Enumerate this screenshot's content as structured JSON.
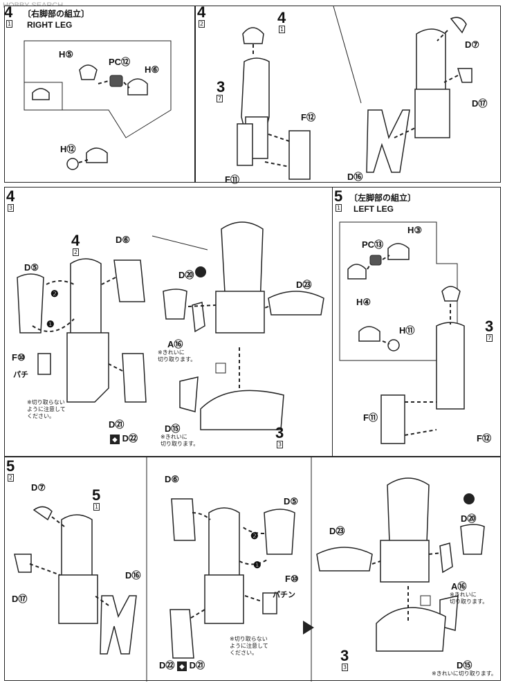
{
  "watermark": "HOBBY SEARCH",
  "panel_a": {
    "step": "4",
    "sub": "1",
    "title": "〔右脚部の組立〕",
    "subtitle": "RIGHT LEG",
    "parts": [
      "H⑤",
      "PC⑫",
      "H⑥",
      "H⑫"
    ]
  },
  "panel_b": {
    "step": "4",
    "sub": "2",
    "ref_step": "4",
    "ref_sub": "1",
    "ref2_step": "3",
    "ref2_sub": "7",
    "parts": [
      "F⑫",
      "F⑪"
    ]
  },
  "panel_c": {
    "parts": [
      "D⑦",
      "D⑰",
      "D⑯"
    ]
  },
  "panel_d": {
    "step": "4",
    "sub": "3",
    "ref_step": "4",
    "ref_sub": "2",
    "parts": [
      "D⑥",
      "D⑤",
      "F⑩",
      "D㉑",
      "D㉒"
    ],
    "arrow1": "❶",
    "arrow2": "❷",
    "click": "パチ",
    "note": "※切り取らない\nように注意して\nください。"
  },
  "panel_e": {
    "parts": [
      "D⑳",
      "D㉓",
      "A⑯",
      "D⑮"
    ],
    "note1": "※きれいに\n切り取ります。",
    "note2": "※きれいに\n切り取ります。",
    "ref_step": "3",
    "ref_sub": "3"
  },
  "panel_f": {
    "step": "5",
    "sub": "1",
    "title": "〔左脚部の組立〕",
    "subtitle": "LEFT LEG",
    "parts": [
      "H③",
      "PC⑬",
      "H④",
      "H⑪",
      "F⑪",
      "F⑫"
    ],
    "ref_step": "3",
    "ref_sub": "7"
  },
  "panel_g": {
    "step": "5",
    "sub": "2",
    "ref_step": "5",
    "ref_sub": "1",
    "parts": [
      "D⑦",
      "D⑰",
      "D⑯"
    ]
  },
  "panel_h": {
    "parts": [
      "D⑥",
      "D⑤",
      "F⑩",
      "D㉒",
      "D㉑"
    ],
    "arrow1": "❶",
    "arrow2": "❷",
    "click": "パチン",
    "note": "※切り取らない\nように注意して\nください。"
  },
  "panel_i": {
    "parts": [
      "D㉓",
      "D⑳",
      "A⑯",
      "D⑮"
    ],
    "note1": "※きれいに\n切り取ります。",
    "note2": "※きれいに切り取ります。",
    "ref_step": "3",
    "ref_sub": "3"
  }
}
